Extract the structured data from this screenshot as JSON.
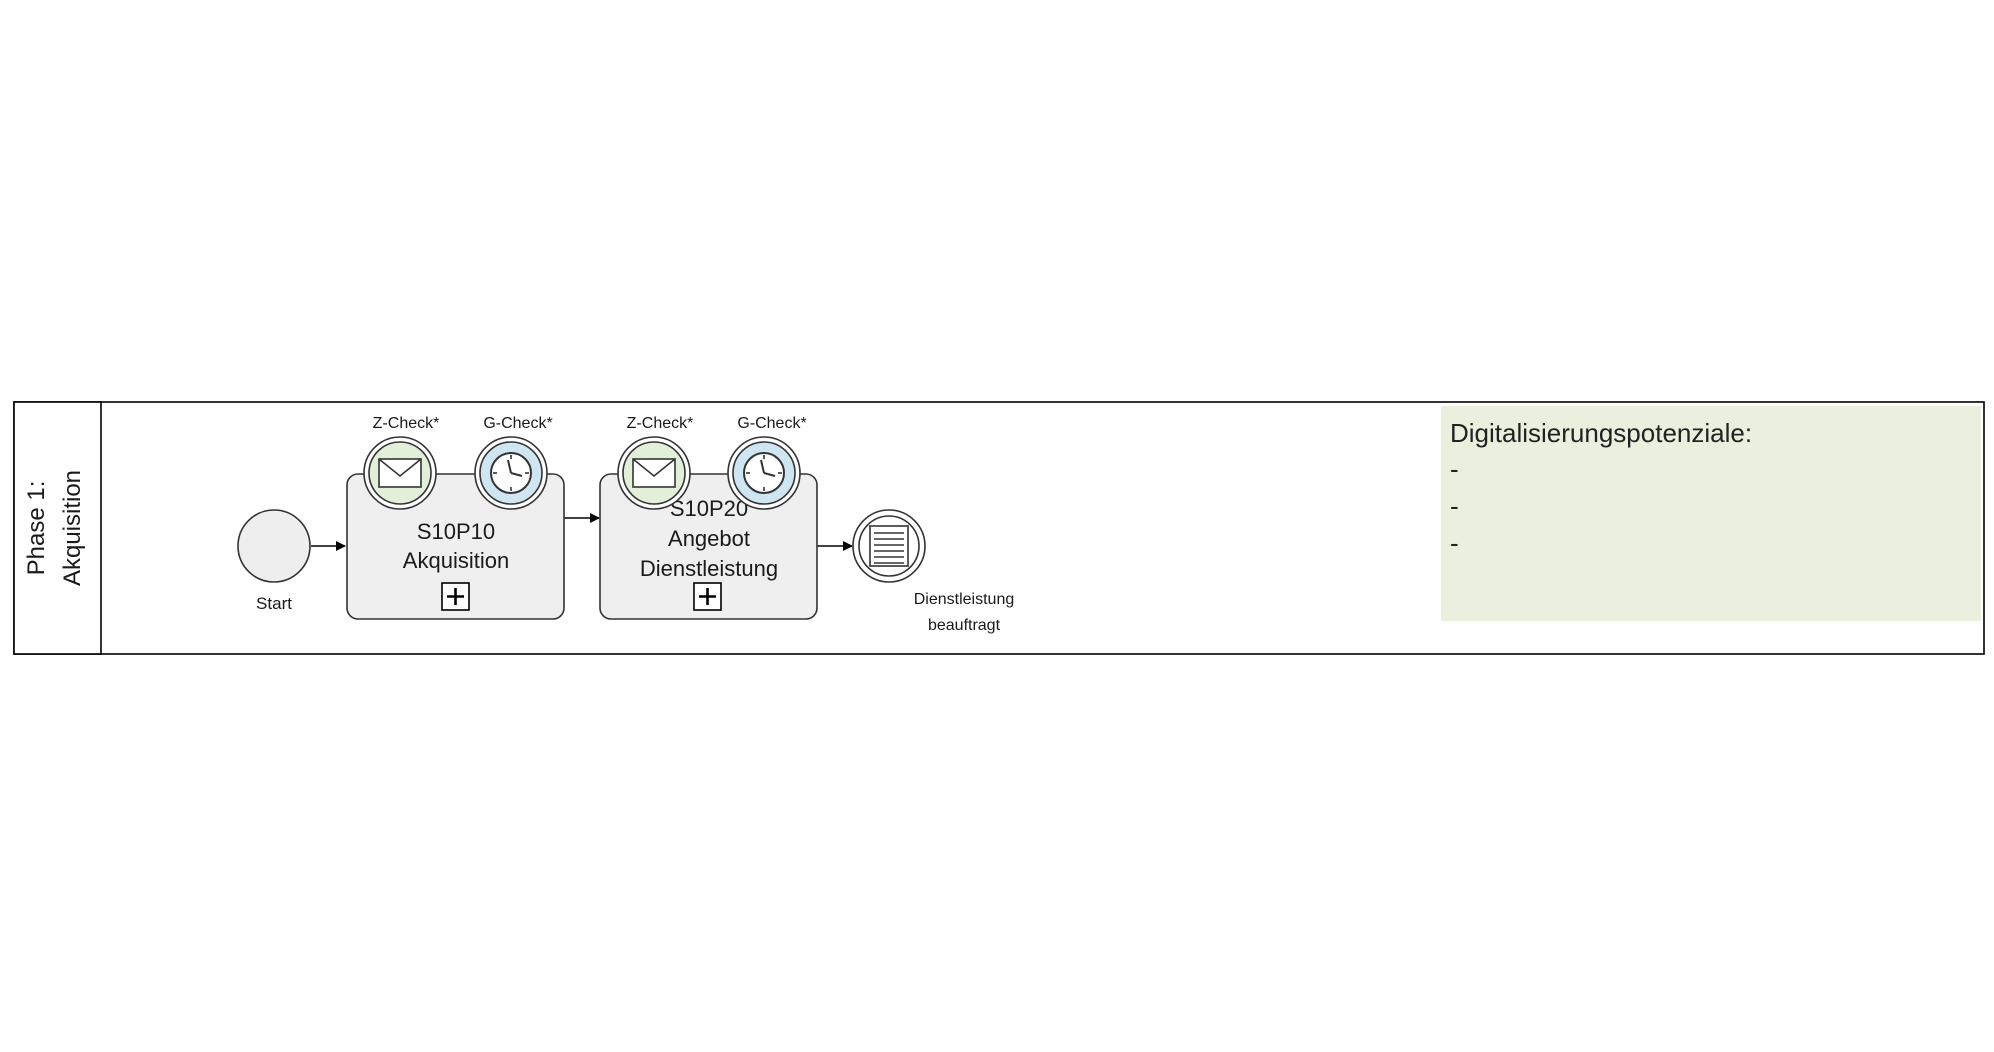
{
  "pool": {
    "lane_label_line1": "Phase 1:",
    "lane_label_line2": "Akquisition"
  },
  "start_event": {
    "label": "Start"
  },
  "tasks": [
    {
      "id_text": "S10P10",
      "line2": "Akquisition",
      "line3": "",
      "boundary_events": [
        {
          "label": "Z-Check*",
          "type": "message",
          "color": "#e2efd9"
        },
        {
          "label": "G-Check*",
          "type": "timer",
          "color": "#cfe6f2"
        }
      ]
    },
    {
      "id_text": "S10P20",
      "line2": "Angebot",
      "line3": "Dienstleistung",
      "boundary_events": [
        {
          "label": "Z-Check*",
          "type": "message",
          "color": "#e2efd9"
        },
        {
          "label": "G-Check*",
          "type": "timer",
          "color": "#cfe6f2"
        }
      ]
    }
  ],
  "end_event": {
    "type": "conditional",
    "label_line1": "Dienstleistung",
    "label_line2": "beauftragt"
  },
  "note": {
    "title": "Digitalisierungspotenziale:",
    "items": [
      "-",
      "-",
      "-"
    ],
    "color": "#e9f0dd"
  }
}
